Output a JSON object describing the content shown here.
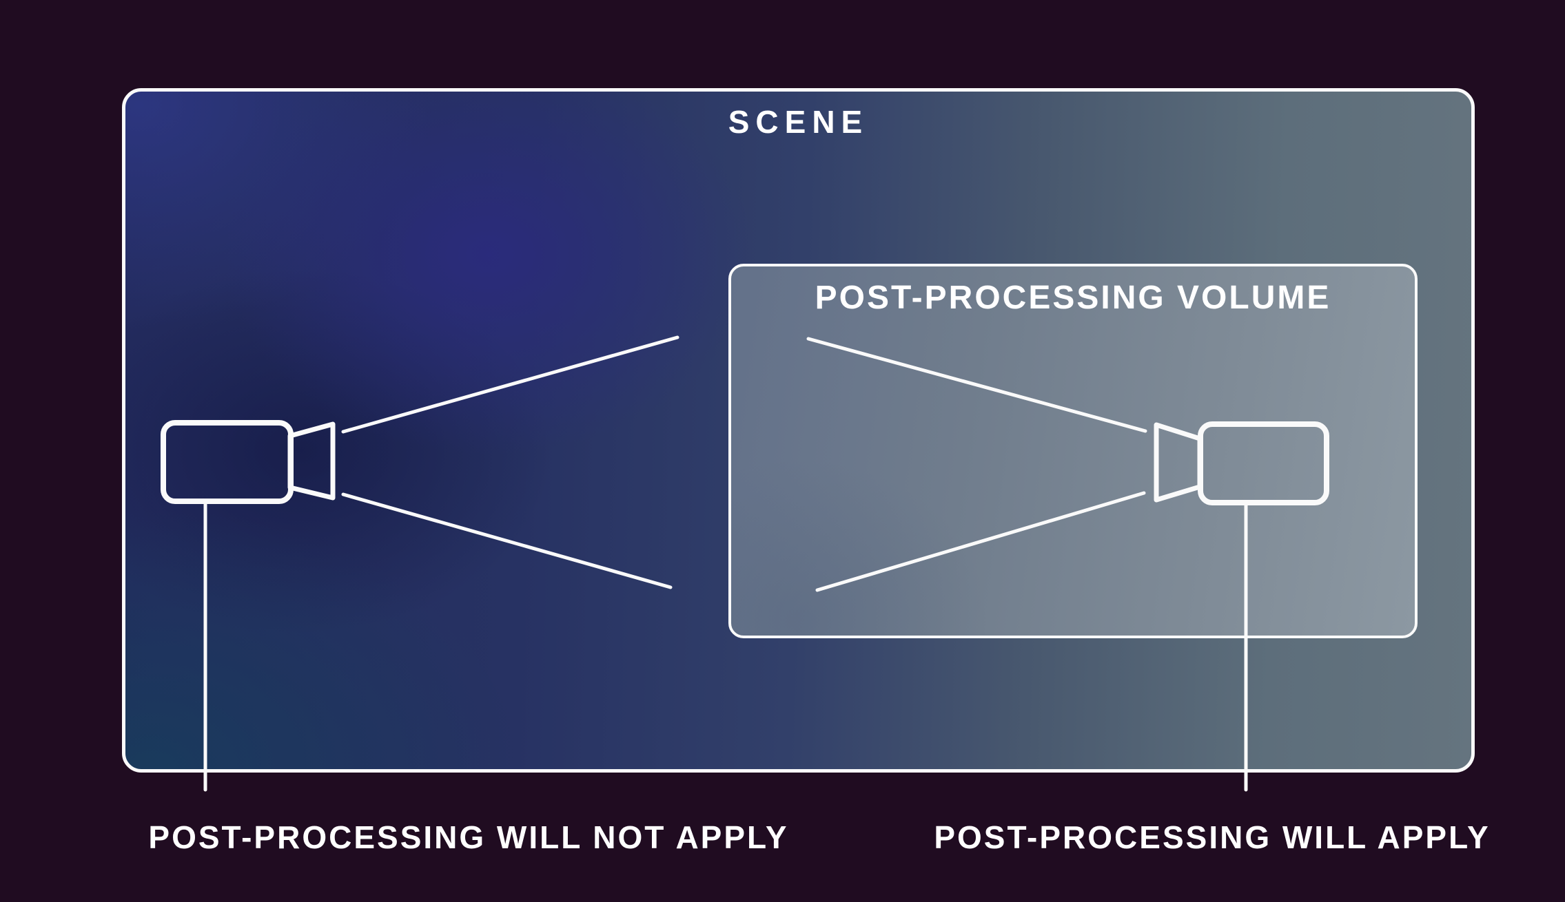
{
  "diagram": {
    "scene_label": "SCENE",
    "volume_label": "POST-PROCESSING VOLUME",
    "captions": {
      "left": "POST-PROCESSING WILL NOT APPLY",
      "right": "POST-PROCESSING WILL APPLY"
    },
    "icons": {
      "left": "video-camera-icon-facing-right",
      "right": "video-camera-icon-facing-left"
    }
  },
  "colors": {
    "page_bg": "#200c21",
    "stroke": "#fafafa",
    "text": "#ffffff",
    "scene_left": "#232b5e",
    "scene_mid": "#32406a",
    "scene_right": "#65747f",
    "blob_indigo": "#2b2a80",
    "blob_royal": "#303a8c",
    "blob_teal": "#173e5c",
    "volume_left": "#63718a",
    "volume_right": "#8c98a2"
  }
}
